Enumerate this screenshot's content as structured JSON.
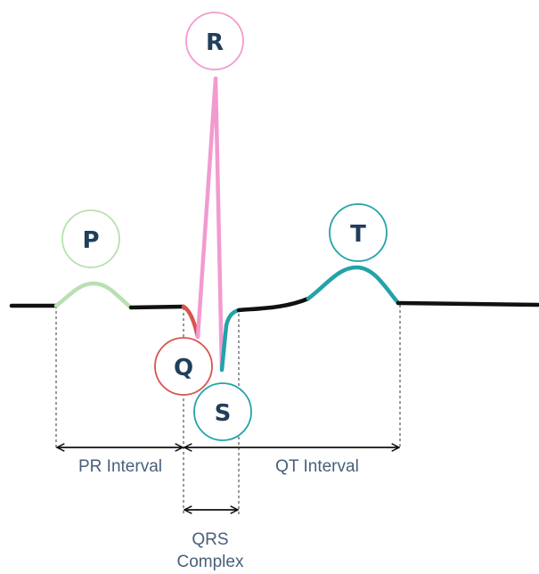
{
  "waves": {
    "p": {
      "label": "P",
      "color": "#b8e0b0"
    },
    "q": {
      "label": "Q",
      "color": "#d9534f"
    },
    "r": {
      "label": "R",
      "color": "#f29ad0"
    },
    "s": {
      "label": "S",
      "color": "#22a3a8"
    },
    "t": {
      "label": "T",
      "color": "#22a3a8"
    }
  },
  "baseline_color": "#111111",
  "intervals": {
    "pr": {
      "label": "PR Interval"
    },
    "qt": {
      "label": "QT Interval"
    },
    "qrs": {
      "label_line1": "QRS",
      "label_line2": "Complex"
    }
  }
}
